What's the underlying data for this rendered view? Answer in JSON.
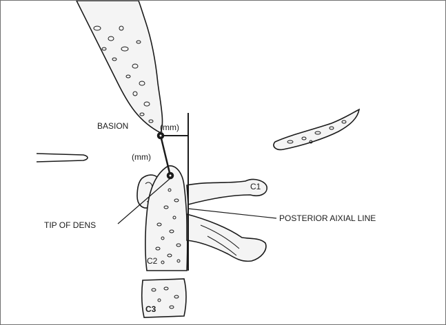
{
  "labels": {
    "basion": "BASION",
    "mm_horizontal": "(mm)",
    "mm_diagonal": "(mm)",
    "tip_of_dens": "TIP OF DENS",
    "posterior_line": "POSTERIOR AIXIAL LINE",
    "c1": "C1",
    "c2": "C2",
    "c3": "C3"
  },
  "colors": {
    "line": "#1a1a1a",
    "bone_fill": "#f4f4f4",
    "background": "#ffffff"
  }
}
